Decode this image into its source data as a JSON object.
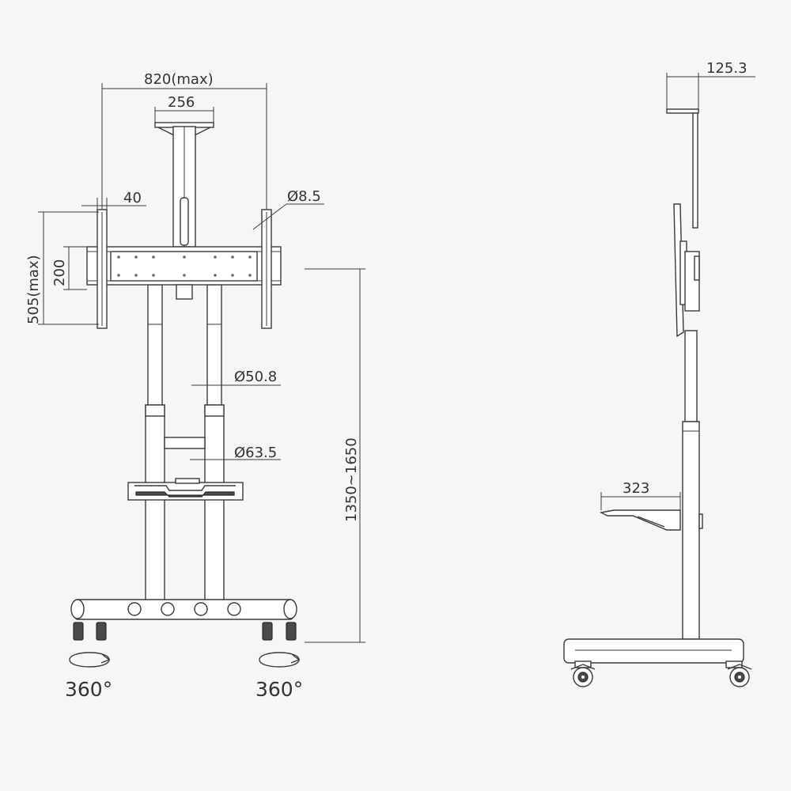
{
  "dimensions": {
    "overall_width": "820(max)",
    "top_plate_width": "256",
    "bracket_width": "40",
    "hole_diameter": "Ø8.5",
    "mount_height": "505(max)",
    "hole_spacing": "200",
    "upper_tube_diameter": "Ø50.8",
    "lower_tube_diameter": "Ø63.5",
    "height_range": "1350~1650",
    "top_depth": "125.3",
    "shelf_depth": "323"
  },
  "rotation": {
    "left_label": "360°",
    "right_label": "360°"
  },
  "colors": {
    "background": "#f6f6f6",
    "line": "#3a3a3a",
    "text": "#333333"
  }
}
